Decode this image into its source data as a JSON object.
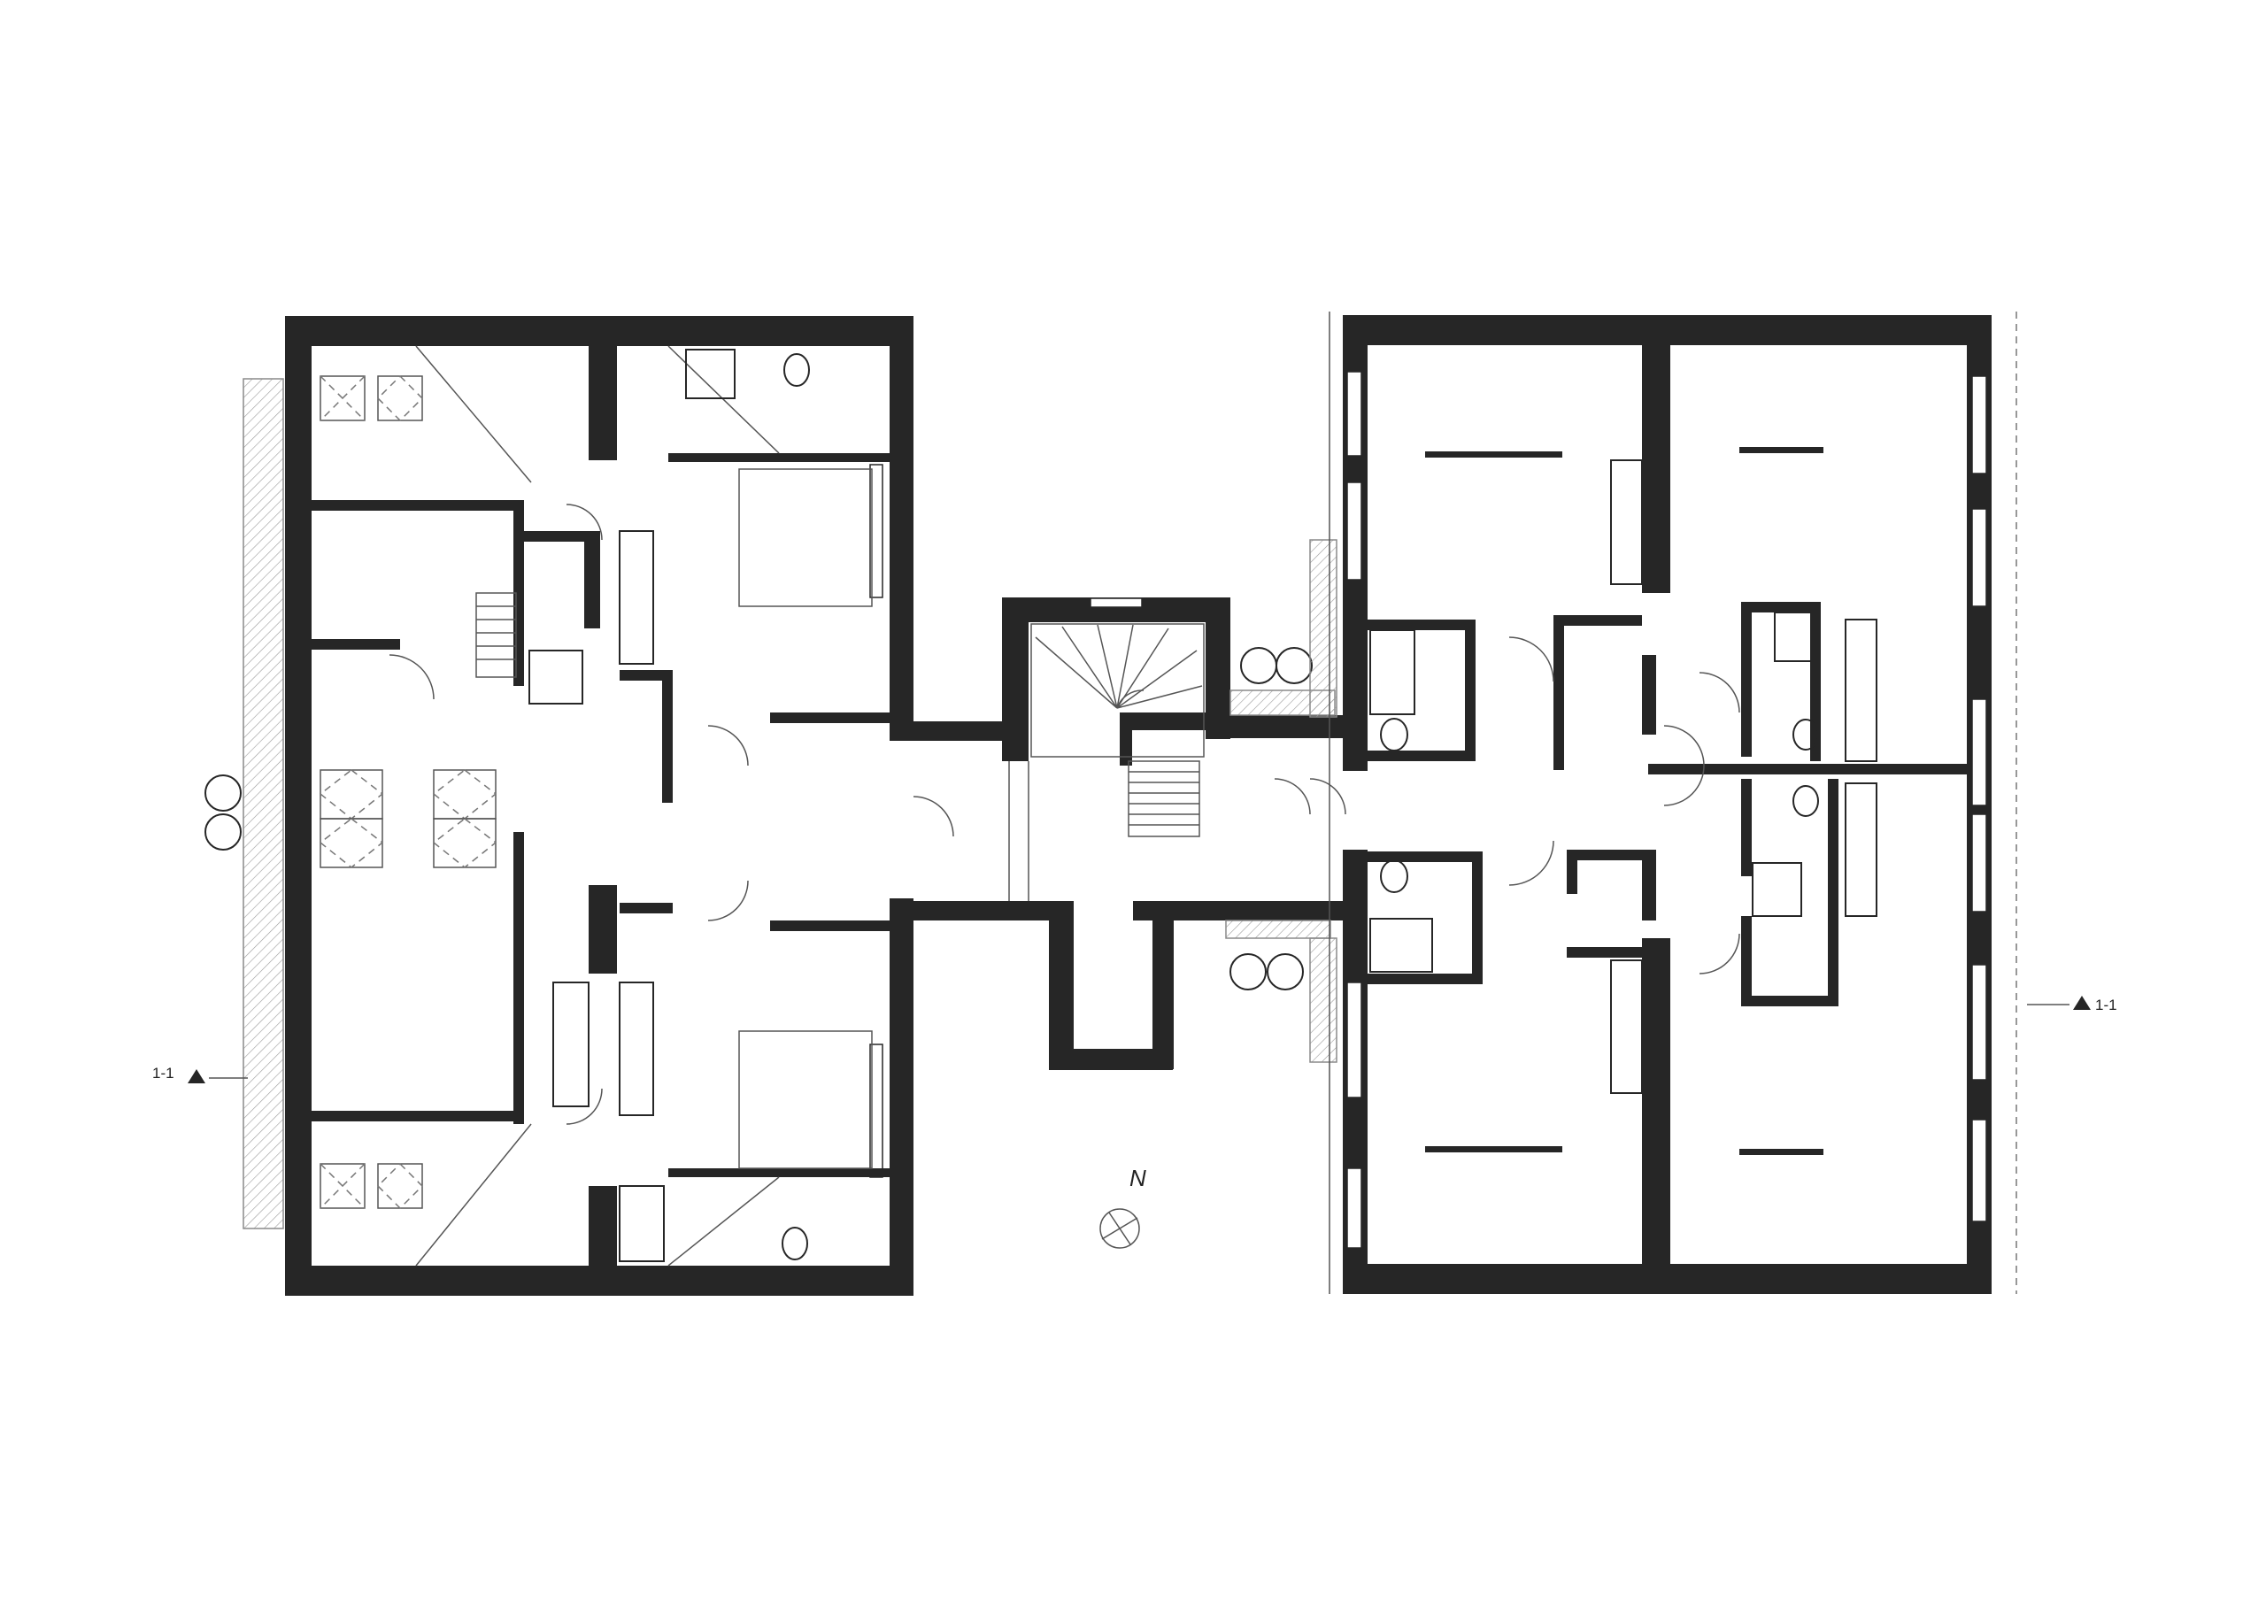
{
  "section_markers": {
    "left": "1-1",
    "right": "1-1"
  },
  "north_arrow": {
    "label": "N",
    "icon": "north-compass-icon"
  },
  "colors": {
    "walls": "#262626",
    "hatch": "#8a8a8a",
    "background": "#ffffff"
  }
}
